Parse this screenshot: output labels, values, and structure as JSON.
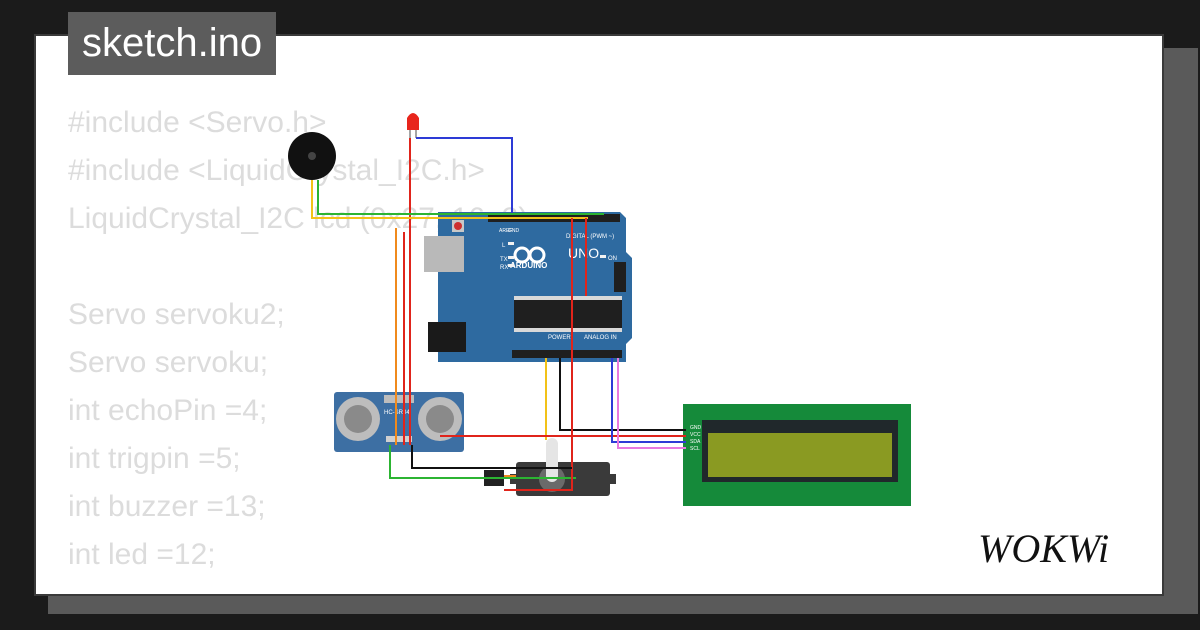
{
  "title": "sketch.ino",
  "code_lines": [
    "#include <Servo.h>",
    "#include <LiquidCrystal_I2C.h>",
    "LiquidCrystal_I2C lcd (0x27, 16, 2);",
    "",
    "Servo servoku2;",
    "Servo servoku;",
    "int echoPin =4;",
    "int trigpin =5;",
    "int buzzer =13;",
    "int led =12;"
  ],
  "arduino": {
    "brand": "ARDUINO",
    "model": "UNO",
    "digital_header": "DIGITAL (PWM ~)",
    "analog_header": "ANALOG IN",
    "power_header": "POWER",
    "led_labels": [
      "L",
      "TX",
      "RX"
    ],
    "on_label": "ON",
    "aref_label": "AREF",
    "gnd_label": "GND"
  },
  "sensor": {
    "label": "HC-SR04"
  },
  "lcd": {
    "pins": [
      "GND",
      "VCC",
      "SDA",
      "SCL"
    ]
  },
  "logo": "WOKWi",
  "colors": {
    "background": "#1b1b1b",
    "card": "#ffffff",
    "title_bg": "#5c5c5c",
    "code_text": "#dcdcdc",
    "board": "#2e6aa0",
    "lcd_pcb": "#158a3a",
    "lcd_screen": "#8a9a22",
    "sensor": "#3d6fa3",
    "wire_red": "#e0241b",
    "wire_blue": "#2d3bd6",
    "wire_yellow": "#f2c218",
    "wire_green": "#2cb432",
    "wire_black": "#111111",
    "wire_pink": "#e879e0",
    "wire_orange": "#f08a1c"
  }
}
